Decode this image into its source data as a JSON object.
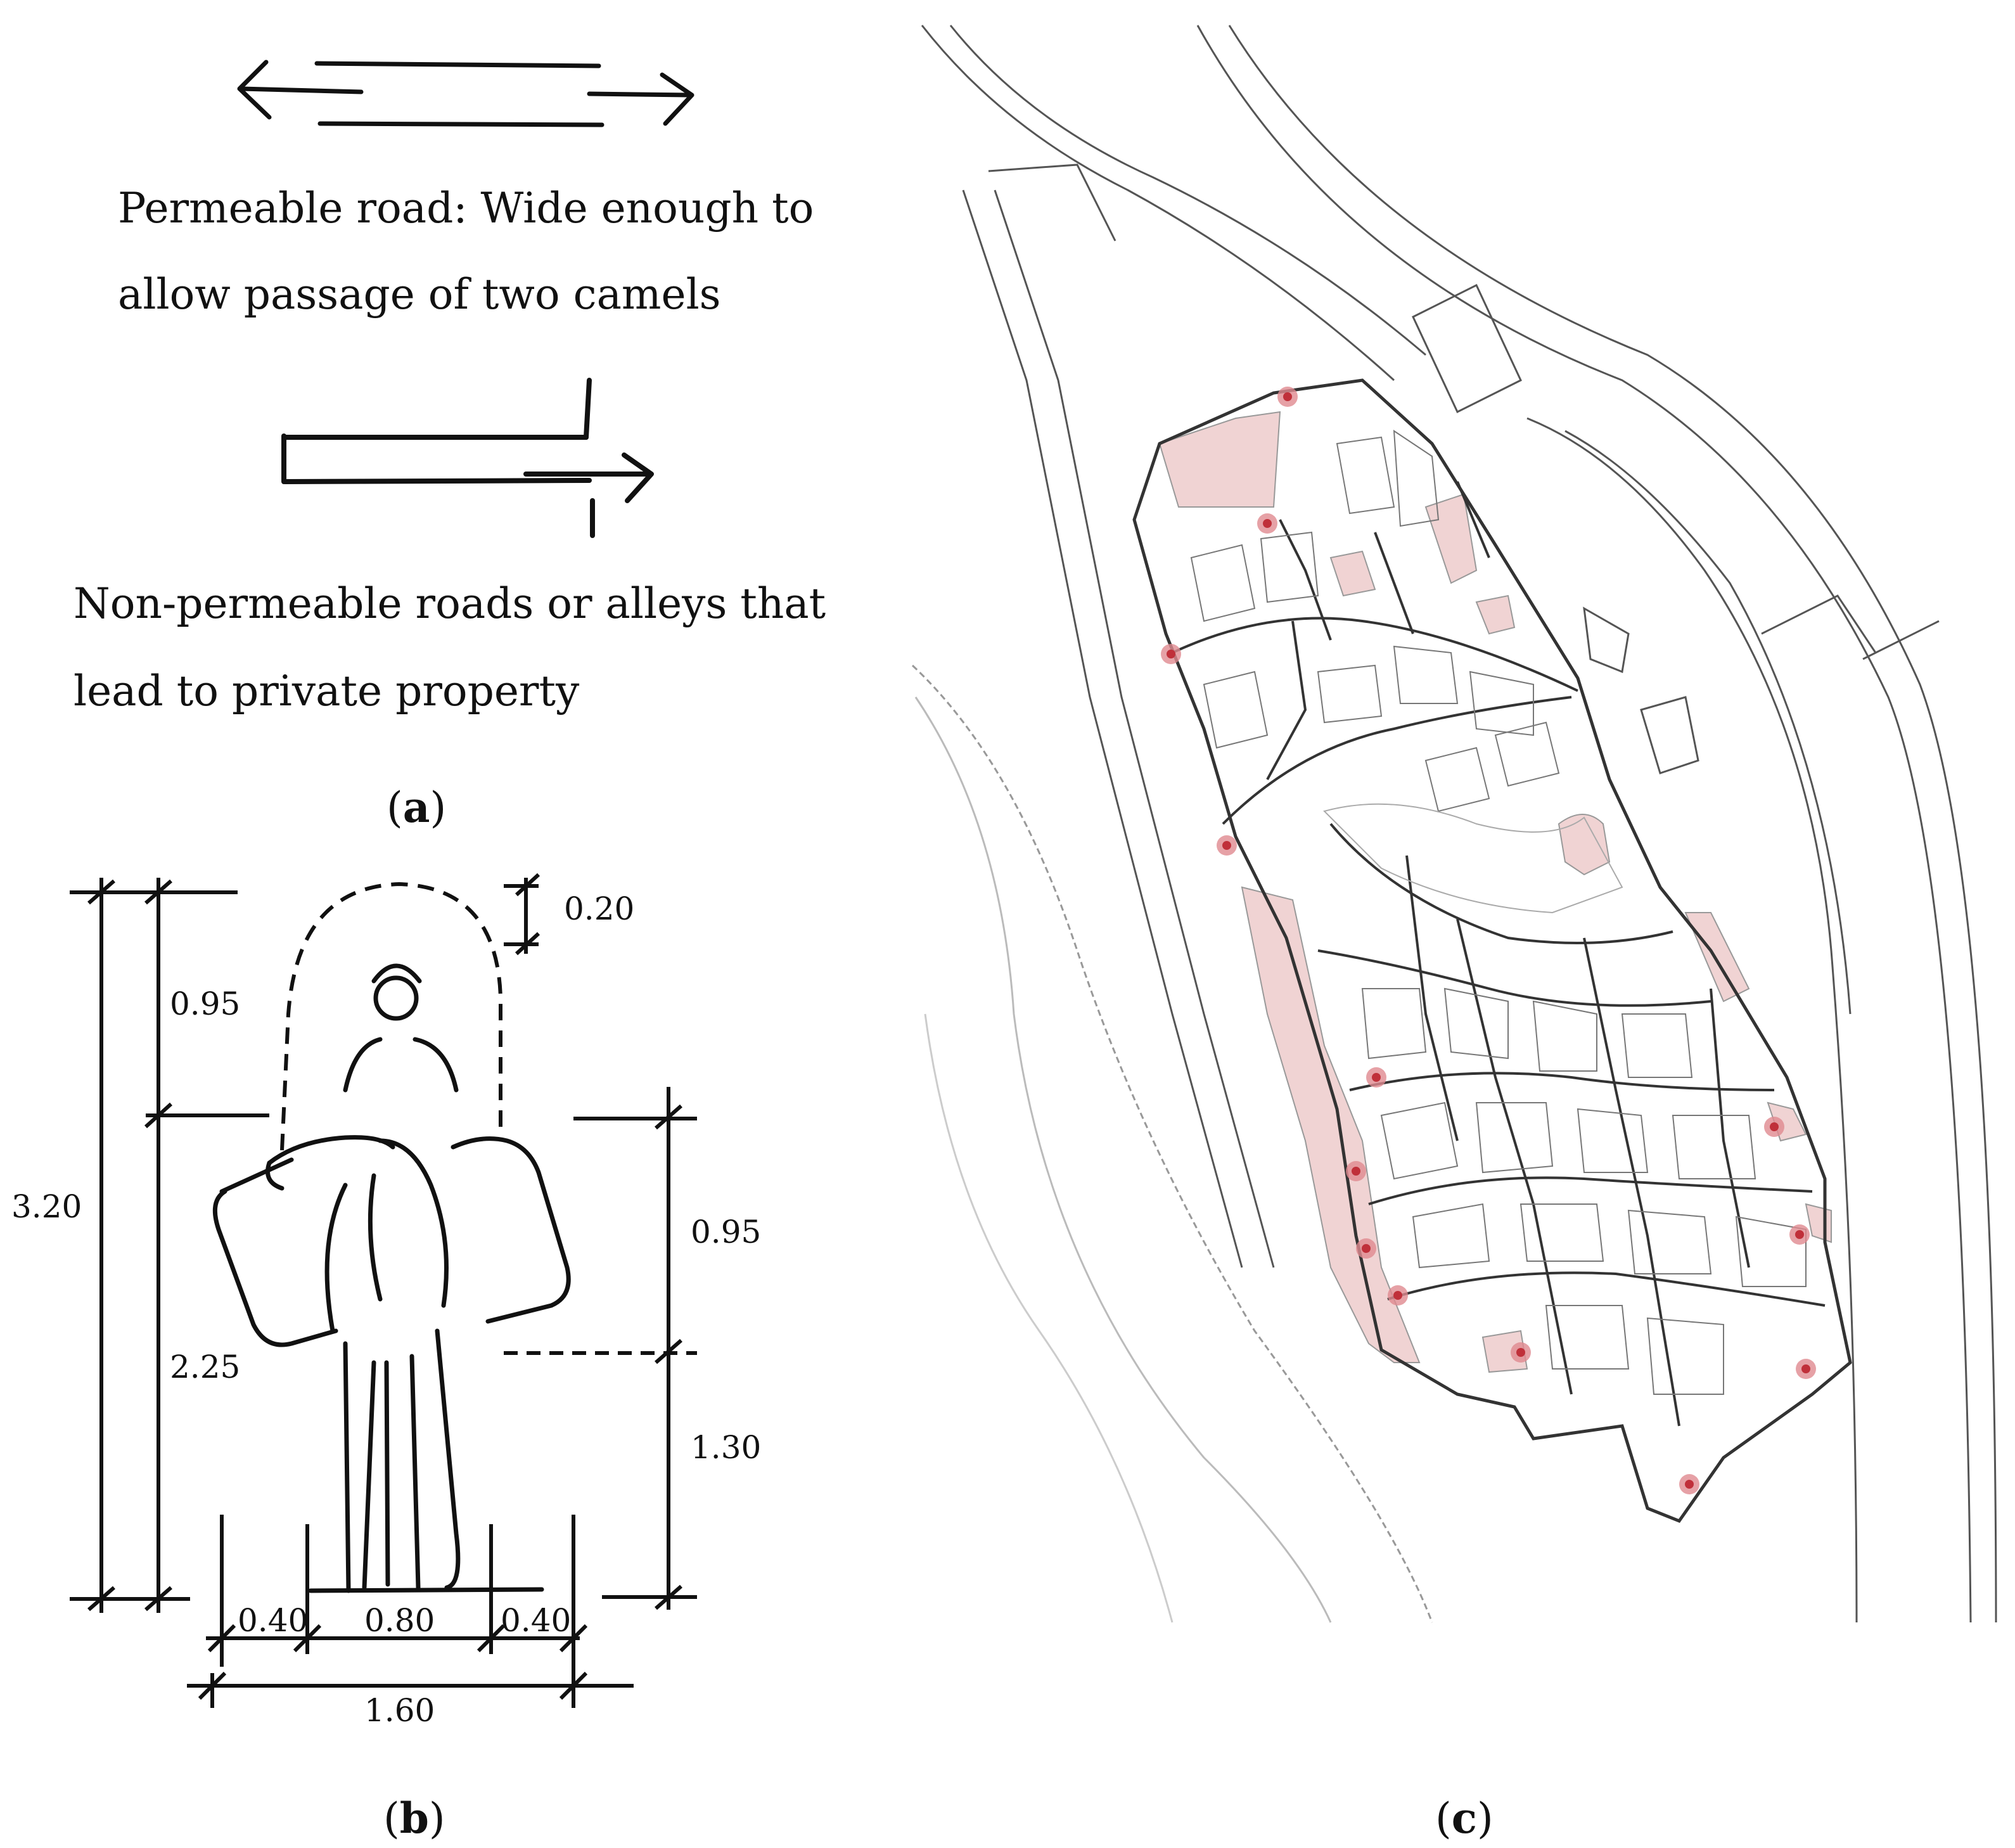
{
  "panel_a": {
    "permeable_line1": "Permeable road: Wide enough to",
    "permeable_line2": "allow passage of two camels",
    "nonpermeable_line1": "Non-permeable roads or alleys that",
    "nonpermeable_line2": "lead to private property",
    "label": "a"
  },
  "panel_b": {
    "label": "b",
    "dimensions": {
      "top_clearance": "0.20",
      "rider_height": "0.95",
      "total_height": "3.20",
      "load_height": "0.95",
      "lower_height": "2.25",
      "leg_height": "1.30",
      "side_left": "0.40",
      "center_width": "0.80",
      "side_right": "0.40",
      "total_width": "1.60"
    }
  },
  "panel_c": {
    "label": "c",
    "colors": {
      "highlight_fill": "#f0d3d3",
      "entry_marker": "#c0303a",
      "line": "#555555"
    }
  }
}
